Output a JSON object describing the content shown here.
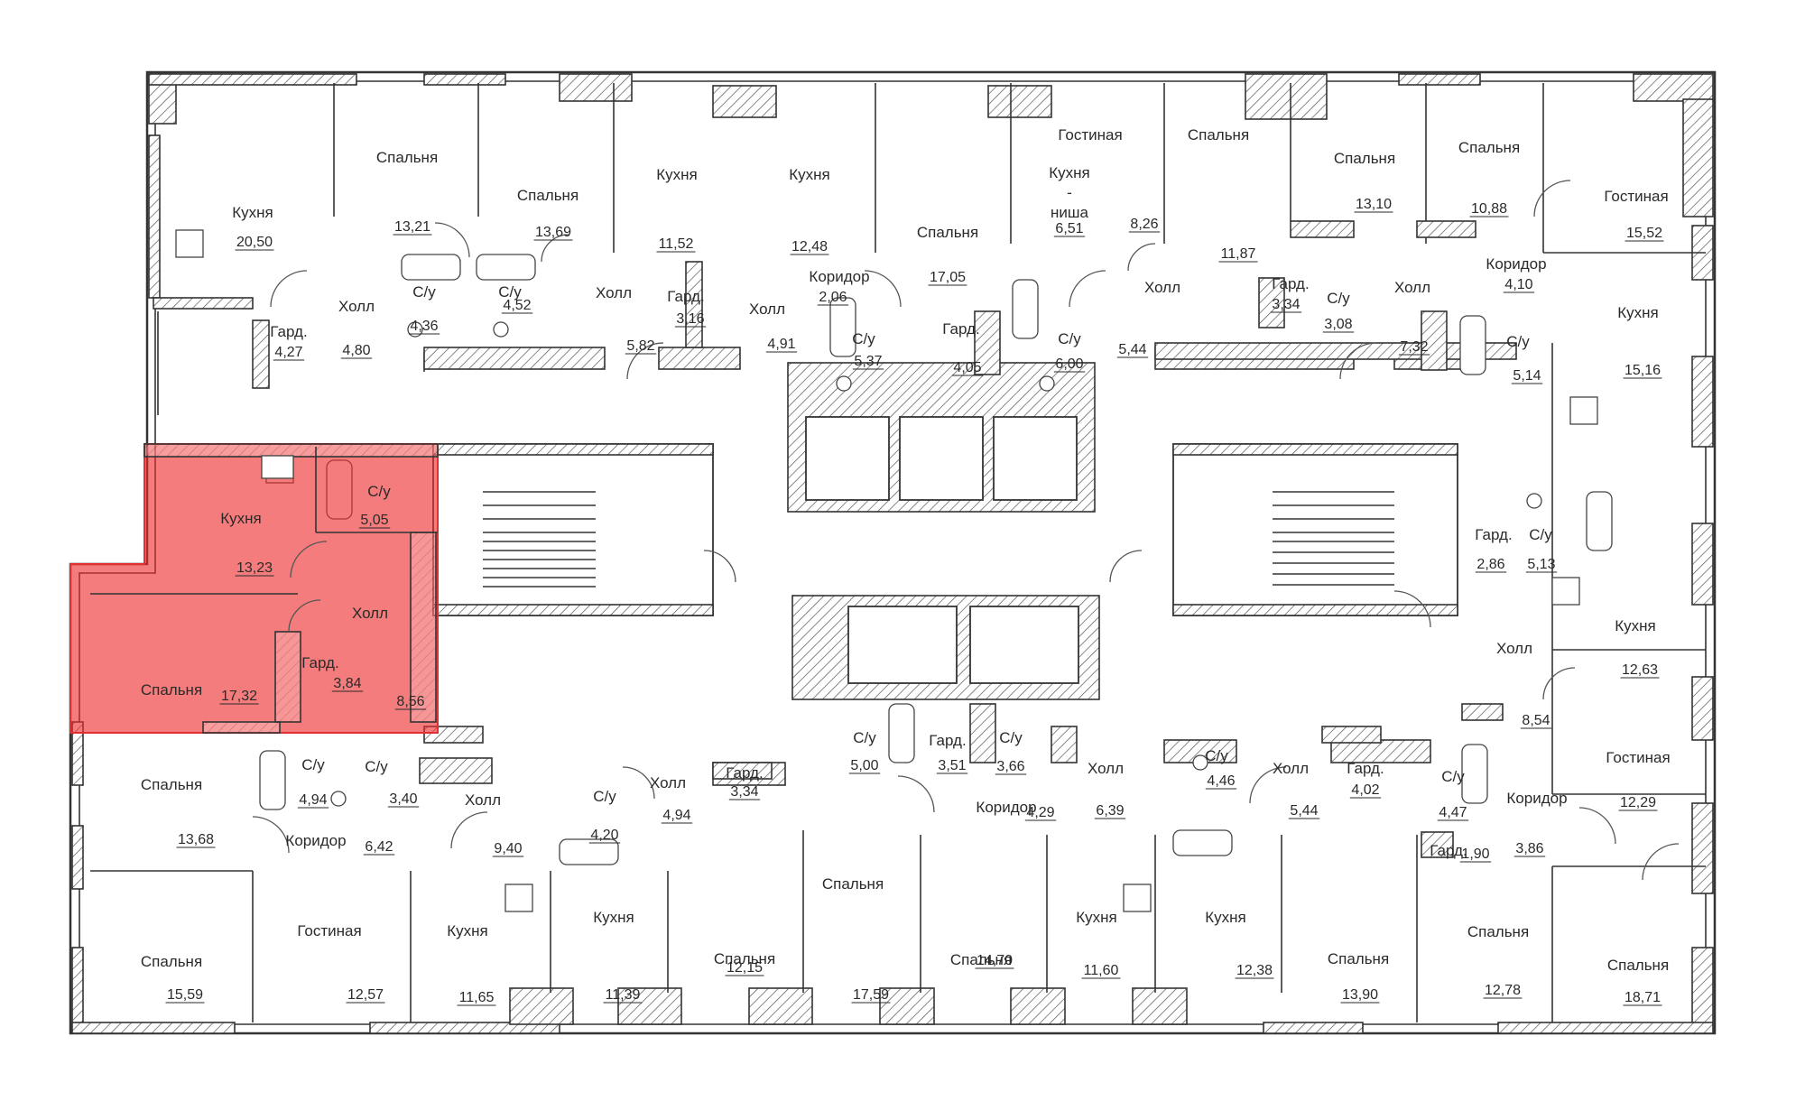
{
  "plan": {
    "highlight_color": "#ef2b2b",
    "selected_apartment": {
      "rooms": [
        {
          "name": "Кухня",
          "area": "13,23"
        },
        {
          "name": "С/у",
          "area": "5,05"
        },
        {
          "name": "Холл",
          "area": "8,56"
        },
        {
          "name": "Гард.",
          "area": "3,84"
        },
        {
          "name": "Спальня",
          "area": "17,32"
        }
      ]
    },
    "rooms": [
      {
        "label": "Кухня",
        "area": "20,50"
      },
      {
        "label": "Спальня",
        "area": "13,21"
      },
      {
        "label": "Спальня",
        "area": "13,69"
      },
      {
        "label": "Кухня",
        "area": "11,52"
      },
      {
        "label": "Кухня",
        "area": "12,48"
      },
      {
        "label": "Спальня",
        "area": "17,05"
      },
      {
        "label": "Гостиная",
        "area": ""
      },
      {
        "label": "Спальня",
        "area": "11,87"
      },
      {
        "label": "Кухня - ниша",
        "area": "6,51"
      },
      {
        "label": "Спальня",
        "area": "13,10"
      },
      {
        "label": "Спальня",
        "area": "10,88"
      },
      {
        "label": "Гостиная",
        "area": "15,52"
      },
      {
        "label": "Гард.",
        "area": "4,27"
      },
      {
        "label": "Холл",
        "area": "4,80"
      },
      {
        "label": "С/у",
        "area": "4,36"
      },
      {
        "label": "С/у",
        "area": "4,52"
      },
      {
        "label": "Холл",
        "area": "5,82"
      },
      {
        "label": "Гард.",
        "area": "3,16"
      },
      {
        "label": "Холл",
        "area": "4,91"
      },
      {
        "label": "Коридор",
        "area": "2,06"
      },
      {
        "label": "С/у",
        "area": "5,37"
      },
      {
        "label": "Гард.",
        "area": "4,05"
      },
      {
        "label": "С/у",
        "area": "6,00"
      },
      {
        "label": "Холл",
        "area": "5,44"
      },
      {
        "label": "",
        "area": "8,26"
      },
      {
        "label": "Гард.",
        "area": "3,34"
      },
      {
        "label": "С/у",
        "area": "3,08"
      },
      {
        "label": "Холл",
        "area": "7,32"
      },
      {
        "label": "Коридор",
        "area": "4,10"
      },
      {
        "label": "С/у",
        "area": "5,14"
      },
      {
        "label": "Кухня",
        "area": "15,16"
      },
      {
        "label": "Гард.",
        "area": "2,86"
      },
      {
        "label": "С/у",
        "area": "5,13"
      },
      {
        "label": "Кухня",
        "area": "12,63"
      },
      {
        "label": "Холл",
        "area": "8,54"
      },
      {
        "label": "Гостиная",
        "area": "12,29"
      },
      {
        "label": "С/у",
        "area": "4,47"
      },
      {
        "label": "Коридор",
        "area": ""
      },
      {
        "label": "Гард.",
        "area": "1,90"
      },
      {
        "label": "",
        "area": "3,86"
      },
      {
        "label": "Спальня",
        "area": "12,78"
      },
      {
        "label": "Спальня",
        "area": "18,71"
      },
      {
        "label": "Спальня",
        "area": "13,68"
      },
      {
        "label": "С/у",
        "area": "4,94"
      },
      {
        "label": "С/у",
        "area": "3,40"
      },
      {
        "label": "Коридор",
        "area": "6,42"
      },
      {
        "label": "Холл",
        "area": "9,40"
      },
      {
        "label": "С/у",
        "area": "4,20"
      },
      {
        "label": "Холл",
        "area": "4,94"
      },
      {
        "label": "Гард.",
        "area": "3,34"
      },
      {
        "label": "С/у",
        "area": "5,00"
      },
      {
        "label": "Гард.",
        "area": "3,51"
      },
      {
        "label": "С/у",
        "area": "3,66"
      },
      {
        "label": "Холл",
        "area": "6,39"
      },
      {
        "label": "Коридор",
        "area": "4,29"
      },
      {
        "label": "С/у",
        "area": "4,46"
      },
      {
        "label": "Холл",
        "area": "5,44"
      },
      {
        "label": "Гард.",
        "area": "4,02"
      },
      {
        "label": "Спальня",
        "area": "15,59"
      },
      {
        "label": "Гостиная",
        "area": "12,57"
      },
      {
        "label": "Кухня",
        "area": "11,65"
      },
      {
        "label": "Кухня",
        "area": "11,39"
      },
      {
        "label": "Спальня",
        "area": "12,15"
      },
      {
        "label": "Спальня",
        "area": "17,59"
      },
      {
        "label": "Спальня",
        "area": "14,70"
      },
      {
        "label": "Кухня",
        "area": "11,60"
      },
      {
        "label": "Кухня",
        "area": "12,38"
      },
      {
        "label": "Спальня",
        "area": "13,90"
      }
    ]
  }
}
